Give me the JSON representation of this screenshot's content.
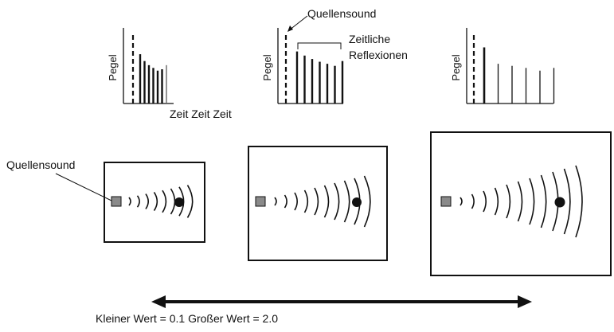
{
  "labels": {
    "source_top": "Quellensound",
    "reflections_line1": "Zeitliche",
    "reflections_line2": "Reflexionen",
    "pegel": "Pegel",
    "zeit_axes": "Zeit Zeit Zeit",
    "source_left": "Quellensound",
    "scale_caption": "Kleiner Wert = 0.1 Großer Wert = 2.0"
  },
  "plots": [
    {
      "id": "small",
      "direct": 1.0,
      "reflections": [
        0.72,
        0.62,
        0.56,
        0.52,
        0.48,
        0.5,
        0.56
      ]
    },
    {
      "id": "medium",
      "direct": 1.0,
      "reflections": [
        0.76,
        0.7,
        0.65,
        0.61,
        0.58,
        0.55,
        0.62
      ]
    },
    {
      "id": "large",
      "direct": 1.0,
      "reflections": [
        0.82,
        0.58,
        0.55,
        0.52,
        0.48,
        0.52
      ]
    }
  ],
  "rooms": [
    {
      "id": "small",
      "waves": 8
    },
    {
      "id": "medium",
      "waves": 10
    },
    {
      "id": "large",
      "waves": 11
    }
  ],
  "colors": {
    "line": "#111111",
    "speaker_fill": "#8a8a8a",
    "reflection_dim": "#666666"
  }
}
